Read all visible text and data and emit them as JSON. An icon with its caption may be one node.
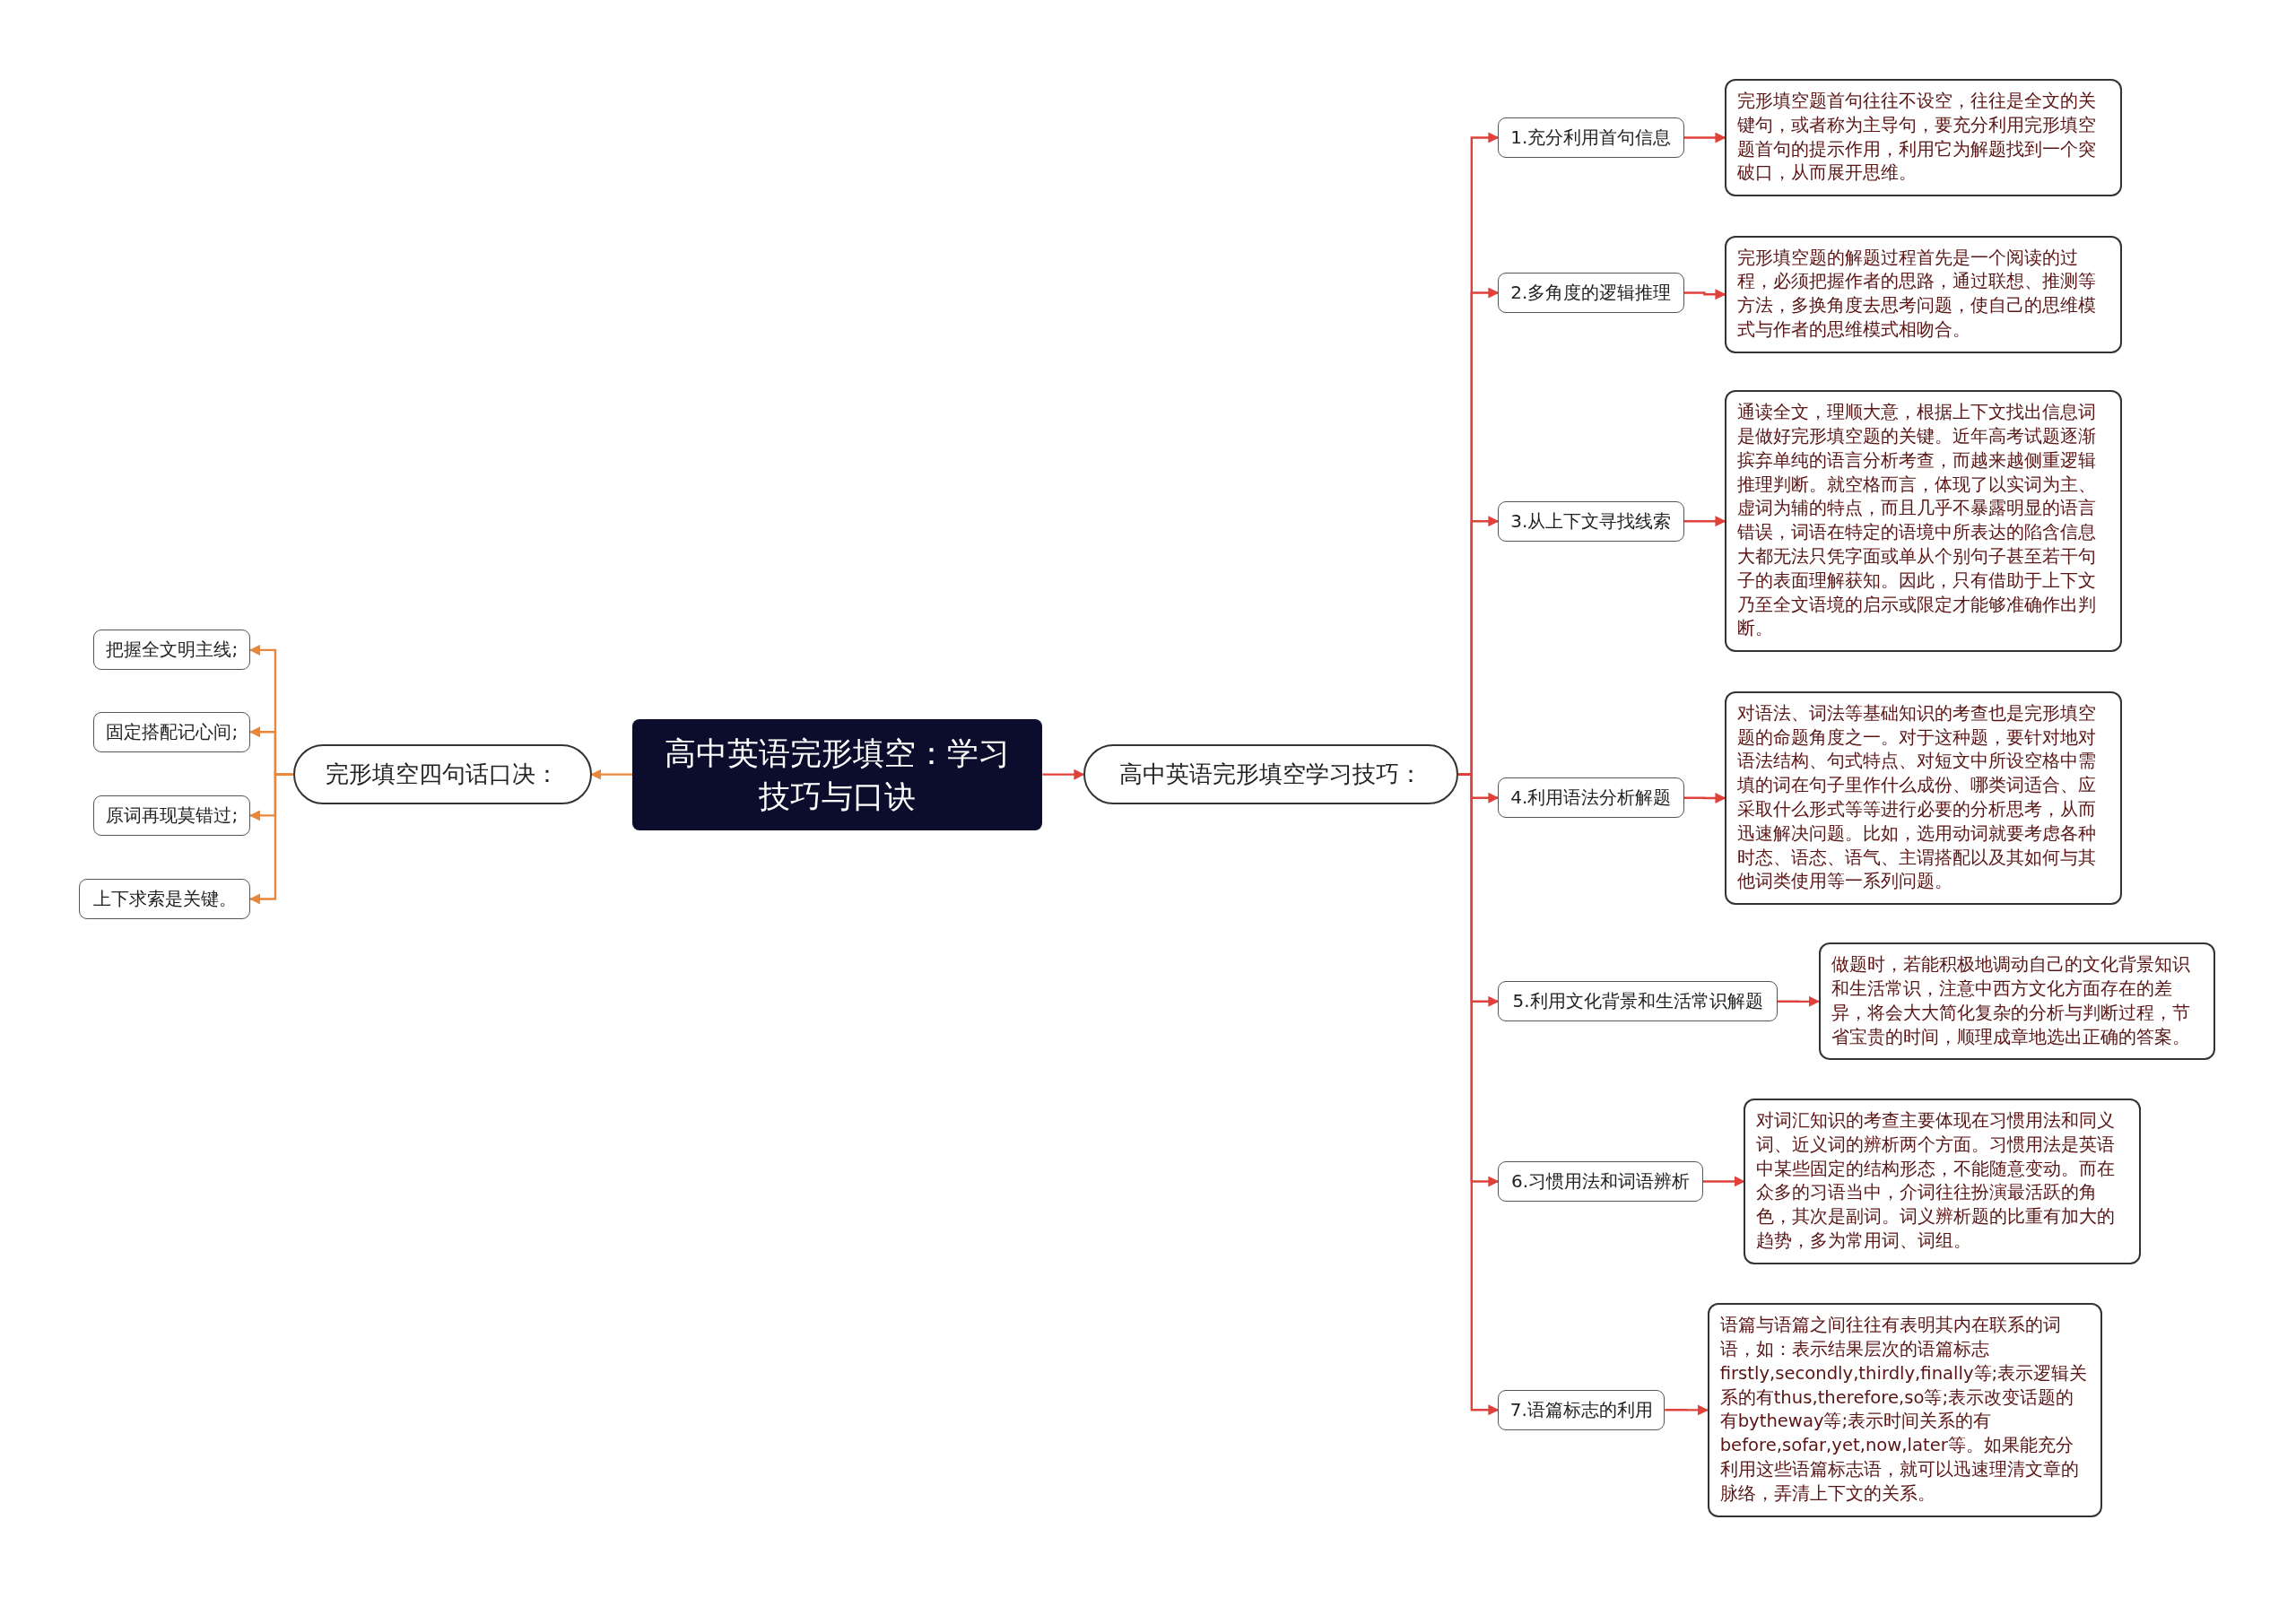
{
  "diagram": {
    "nodes": [
      {
        "text": [
          "高中英语完形填空：学习技巧与口诀"
        ]
      },
      {
        "text": [
          "高中英语完形填空学习技巧："
        ]
      },
      {
        "text": [
          "1.充分利用首句信息"
        ]
      },
      {
        "text": [
          "完形填空题首句往往不设空，往往是全文的关键句，或者称为主导句，要充分利用完形填空题首句的提示作用，利用它为解题找到一个突破口，从而展开思维。"
        ]
      },
      {
        "text": [
          "2.多角度的逻辑推理"
        ]
      },
      {
        "text": [
          "完形填空题的解题过程首先是一个阅读的过程，必须把握作者的思路，通过联想、推测等方法，多换角度去思考问题，使自己的思维模式与作者的思维模式相吻合。"
        ]
      },
      {
        "text": [
          "3.从上下文寻找线索"
        ]
      },
      {
        "text": [
          "通读全文，理顺大意，根据上下文找出信息词是做好完形填空题的关键。近年高考试题逐渐摈弃单纯的语言分析考查，而越来越侧重逻辑推理判断。就空格而言，体现了以实词为主、虚词为辅的特点，而且几乎不暴露明显的语言错误，词语在特定的语境中所表达的陷含信息大都无法只凭字面或单从个别句子甚至若干句子的表面理解获知。因此，只有借助于上下文乃至全文语境的启示或限定才能够准确作出判断。"
        ]
      },
      {
        "text": [
          "4.利用语法分析解题"
        ]
      },
      {
        "text": [
          "对语法、词法等基础知识的考查也是完形填空题的命题角度之一。对于这种题，要针对地对语法结构、句式特点、对短文中所设空格中需填的词在句子里作什么成份、哪类词适合、应采取什么形式等等进行必要的分析思考，从而迅速解决问题。比如，选用动词就要考虑各种时态、语态、语气、主谓搭配以及其如何与其他词类使用等一系列问题。"
        ]
      },
      {
        "text": [
          "5.利用文化背景和生活常识解题"
        ]
      },
      {
        "text": [
          "做题时，若能积极地调动自己的文化背景知识和生活常识，注意中西方文化方面存在的差异，将会大大简化复杂的分析与判断过程，节省宝贵的时间，顺理成章地选出正确的答案。"
        ]
      },
      {
        "text": [
          "6.习惯用法和词语辨析"
        ]
      },
      {
        "text": [
          "对词汇知识的考查主要体现在习惯用法和同义词、近义词的辨析两个方面。习惯用法是英语中某些固定的结构形态，不能随意变动。而在众多的习语当中，介词往往扮演最活跃的角色，其次是副词。词义辨析题的比重有加大的趋势，多为常用词、词组。"
        ]
      },
      {
        "text": [
          "7.语篇标志的利用"
        ]
      },
      {
        "text": [
          "语篇与语篇之间往往有表明其内在联系的词语，如：表示结果层次的语篇标志firstly,secondly,thirdly,finally等;表示逻辑关系的有thus,therefore,so等;表示改变话题的有bytheway等;表示时间关系的有before,sofar,yet,now,later等。如果能充分利用这些语篇标志语，就可以迅速理清文章的脉络，弄清上下文的关系。"
        ]
      },
      {
        "text": [
          "完形填空四句话口决："
        ]
      },
      {
        "text": [
          "把握全文明主线;"
        ]
      },
      {
        "text": [
          "固定搭配记心间;"
        ]
      },
      {
        "text": [
          "原词再现莫错过;"
        ]
      },
      {
        "text": [
          "上下求索是关键。"
        ]
      }
    ],
    "edges": [
      {
        "from": 0,
        "to": 1,
        "arrow": "to"
      },
      {
        "from": 1,
        "to": 2,
        "arrow": "to"
      },
      {
        "from": 2,
        "to": 3,
        "arrow": "to"
      },
      {
        "from": 1,
        "to": 4,
        "arrow": "to"
      },
      {
        "from": 4,
        "to": 5,
        "arrow": "to"
      },
      {
        "from": 1,
        "to": 6,
        "arrow": "to"
      },
      {
        "from": 6,
        "to": 7,
        "arrow": "to"
      },
      {
        "from": 1,
        "to": 8,
        "arrow": "to"
      },
      {
        "from": 8,
        "to": 9,
        "arrow": "to"
      },
      {
        "from": 1,
        "to": 10,
        "arrow": "to"
      },
      {
        "from": 10,
        "to": 11,
        "arrow": "to"
      },
      {
        "from": 1,
        "to": 12,
        "arrow": "to"
      },
      {
        "from": 12,
        "to": 13,
        "arrow": "to"
      },
      {
        "from": 1,
        "to": 14,
        "arrow": "to"
      },
      {
        "from": 14,
        "to": 15,
        "arrow": "to"
      },
      {
        "from": 0,
        "to": 16,
        "arrow": "to",
        "color": "#e8873a"
      },
      {
        "from": 16,
        "to": 17,
        "arrow": "to",
        "color": "#e8873a"
      },
      {
        "from": 16,
        "to": 18,
        "arrow": "to",
        "color": "#e8873a"
      },
      {
        "from": 16,
        "to": 19,
        "arrow": "to",
        "color": "#e8873a"
      },
      {
        "from": 16,
        "to": 20,
        "arrow": "to",
        "color": "#e8873a"
      }
    ]
  }
}
